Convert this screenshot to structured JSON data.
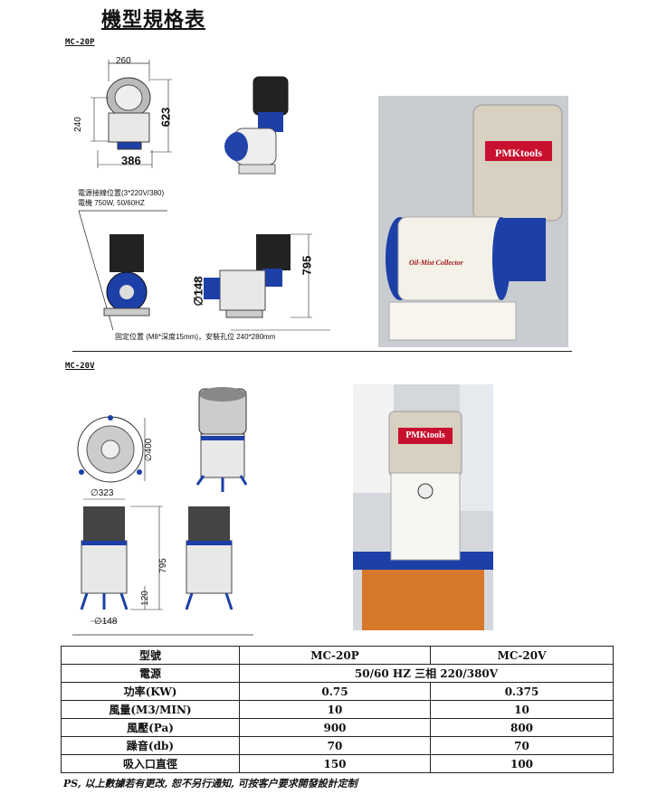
{
  "title": "機型規格表",
  "sections": {
    "mc20p": {
      "tag": "MC-20P",
      "dims": {
        "top_width": "260",
        "height_left": "240",
        "height": "623",
        "base_width": "386",
        "height_side": "795",
        "inlet": "∅148"
      },
      "notes": {
        "motor_line1": "電源接線位置(3*220V/380)",
        "motor_line2": "電機 750W, 50/60HZ",
        "mount": "固定位置 (M8*深度15mm)，安裝孔位 240*280mm"
      },
      "photo": {
        "brand": "PMKtools",
        "label": "Oil-Mist Collector"
      }
    },
    "mc20v": {
      "tag": "MC-20V",
      "dims": {
        "diameter_top": "∅400",
        "diameter_body": "∅323",
        "height": "795",
        "base_height": "120",
        "inlet": "∅148"
      },
      "photo": {
        "brand": "PMKtools"
      }
    }
  },
  "spec_table": {
    "header": [
      "型號",
      "MC-20P",
      "MC-20V"
    ],
    "rows": [
      {
        "label": "電源",
        "merged": "50/60 HZ 三相 220/380V"
      },
      {
        "label": "功率(KW)",
        "p": "0.75",
        "v": "0.375"
      },
      {
        "label": "風量(M3/MIN)",
        "p": "10",
        "v": "10"
      },
      {
        "label": "風壓(Pa)",
        "p": "900",
        "v": "800"
      },
      {
        "label": "躁音(db)",
        "p": "70",
        "v": "70"
      },
      {
        "label": "吸入口直徑",
        "p": "150",
        "v": "100"
      }
    ]
  },
  "footer": "PS, 以上數據若有更改, 恕不另行通知, 可按客户要求開發設計定制",
  "colors": {
    "blue": "#1d3fa8",
    "white_body": "#f3f1e8",
    "filter": "#d8d0c0",
    "brand_red": "#c8102e"
  }
}
